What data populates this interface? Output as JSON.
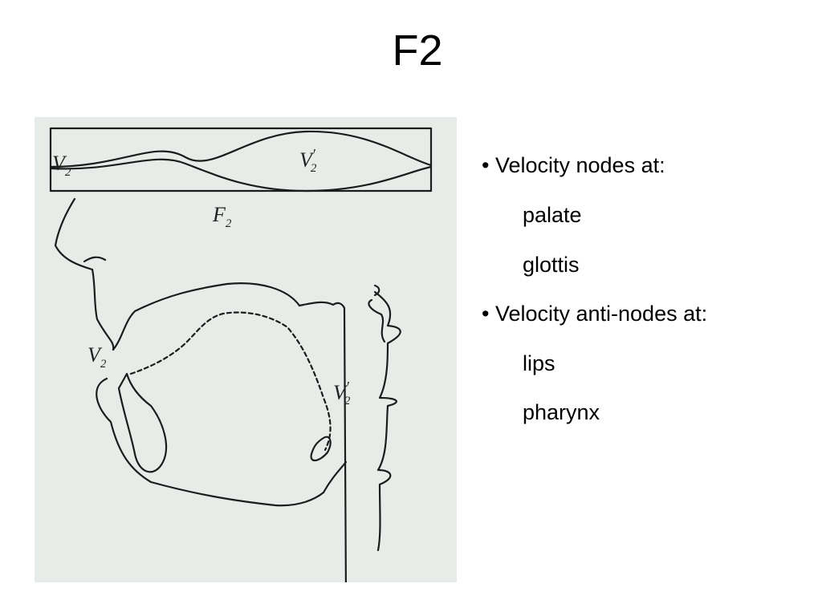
{
  "slide": {
    "title": "F2"
  },
  "figure": {
    "tube_left_label": "V",
    "tube_left_sub": "2",
    "tube_right_label": "V",
    "tube_right_sub": "2",
    "formant_label": "F",
    "formant_sub": "2",
    "lips_label": "V",
    "lips_sub": "2",
    "pharynx_label": "V",
    "pharynx_sub": "2",
    "prime": "′"
  },
  "bullets": [
    {
      "text": "• Velocity nodes at:"
    },
    {
      "text": "palate"
    },
    {
      "text": "glottis"
    },
    {
      "text": "• Velocity anti-nodes at:"
    },
    {
      "text": "lips"
    },
    {
      "text": "pharynx"
    }
  ]
}
